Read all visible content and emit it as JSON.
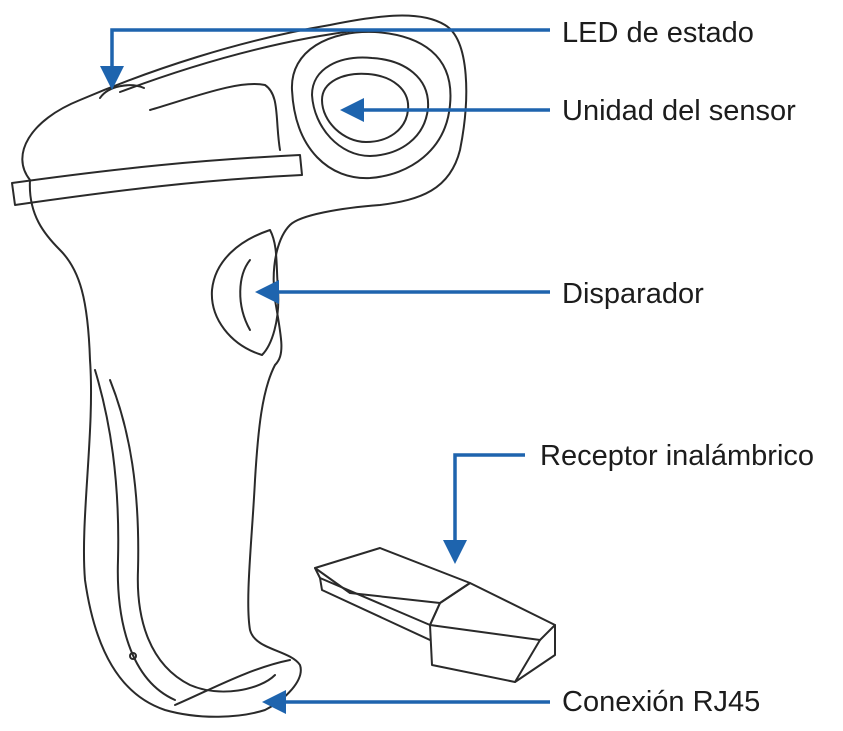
{
  "colors": {
    "callout": "#1e64ae",
    "outline": "#2a2a2a",
    "text": "#1c1c1c"
  },
  "labels": {
    "status_led": "LED de estado",
    "sensor_unit": "Unidad del sensor",
    "trigger": "Disparador",
    "wireless_receiver": "Receptor inalámbrico",
    "rj45_connection": "Conexión RJ45"
  }
}
